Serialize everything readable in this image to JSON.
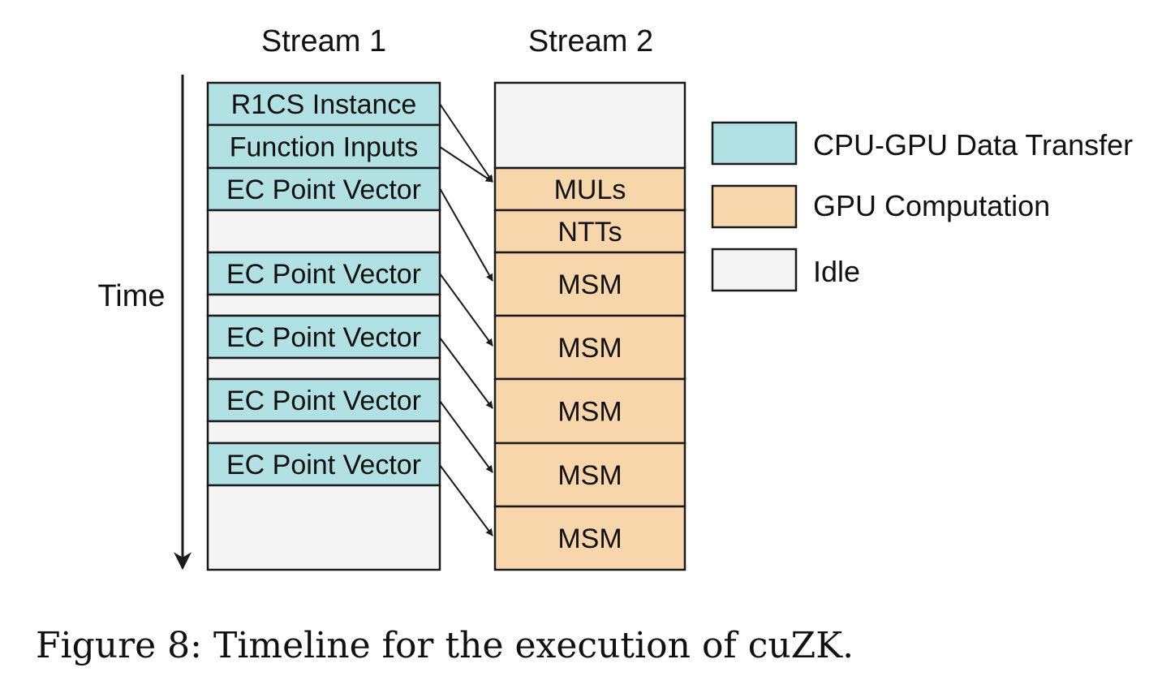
{
  "colors": {
    "transfer": "#b1e1e3",
    "compute": "#f7d6ac",
    "idle": "#f4f4f4",
    "stroke": "#1a1a1a"
  },
  "diagram": {
    "time_label": "Time",
    "streams": [
      {
        "title": "Stream 1",
        "blocks": [
          {
            "label": "R1CS Instance",
            "kind": "transfer"
          },
          {
            "label": "Function Inputs",
            "kind": "transfer"
          },
          {
            "label": "EC Point Vector",
            "kind": "transfer"
          },
          {
            "label": "",
            "kind": "idle"
          },
          {
            "label": "EC Point Vector",
            "kind": "transfer"
          },
          {
            "label": "",
            "kind": "idle"
          },
          {
            "label": "EC Point Vector",
            "kind": "transfer"
          },
          {
            "label": "",
            "kind": "idle"
          },
          {
            "label": "EC Point Vector",
            "kind": "transfer"
          },
          {
            "label": "",
            "kind": "idle"
          },
          {
            "label": "EC Point Vector",
            "kind": "transfer"
          },
          {
            "label": "",
            "kind": "idle"
          }
        ]
      },
      {
        "title": "Stream 2",
        "blocks": [
          {
            "label": "",
            "kind": "idle"
          },
          {
            "label": "MULs",
            "kind": "compute"
          },
          {
            "label": "NTTs",
            "kind": "compute"
          },
          {
            "label": "MSM",
            "kind": "compute"
          },
          {
            "label": "MSM",
            "kind": "compute"
          },
          {
            "label": "MSM",
            "kind": "compute"
          },
          {
            "label": "MSM",
            "kind": "compute"
          },
          {
            "label": "MSM",
            "kind": "compute"
          }
        ]
      }
    ],
    "legend": [
      {
        "label": "CPU-GPU Data Transfer",
        "kind": "transfer"
      },
      {
        "label": "GPU Computation",
        "kind": "compute"
      },
      {
        "label": "Idle",
        "kind": "idle"
      }
    ]
  },
  "caption": "Figure 8: Timeline for the execution of cuZK."
}
